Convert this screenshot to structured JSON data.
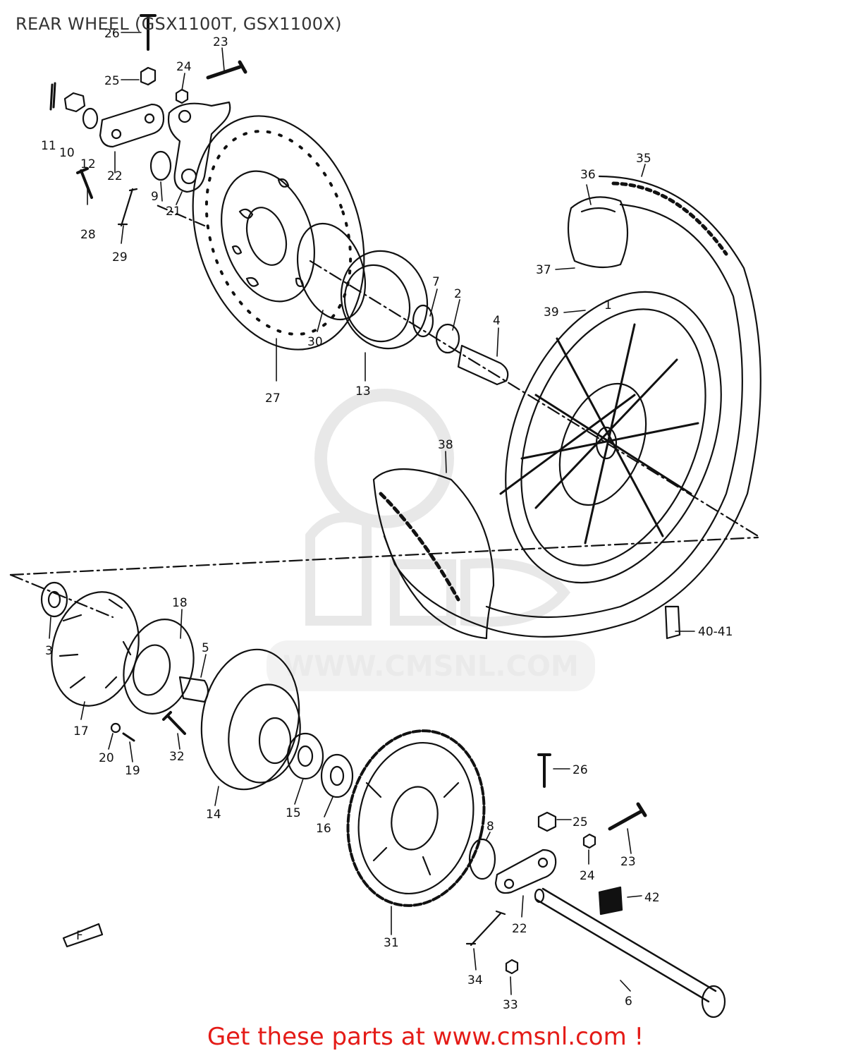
{
  "title": "REAR WHEEL (GSX1100T, GSX1100X)",
  "watermark": "WWW.CMSNL.COM",
  "footer": "Get these parts at www.cmsnl.com !",
  "front_marker": "F",
  "colors": {
    "footer": "#e41b17",
    "ink": "#111111",
    "watermark": "#d9d9d9"
  },
  "callouts": {
    "c1": "1",
    "c2": "2",
    "c3": "3",
    "c4": "4",
    "c5": "5",
    "c6": "6",
    "c7": "7",
    "c8": "8",
    "c9": "9",
    "c10": "10",
    "c11": "11",
    "c12": "12",
    "c13": "13",
    "c14": "14",
    "c15": "15",
    "c16": "16",
    "c17": "17",
    "c18": "18",
    "c19": "19",
    "c20": "20",
    "c21": "21",
    "c22a": "22",
    "c22b": "22",
    "c23a": "23",
    "c23b": "23",
    "c24a": "24",
    "c24b": "24",
    "c25a": "25",
    "c25b": "25",
    "c26a": "26",
    "c26b": "26",
    "c27": "27",
    "c28": "28",
    "c29": "29",
    "c30": "30",
    "c31": "31",
    "c32": "32",
    "c33": "33",
    "c34": "34",
    "c35": "35",
    "c36": "36",
    "c37": "37",
    "c38": "38",
    "c39": "39",
    "c4041": "40-41",
    "c42": "42"
  }
}
